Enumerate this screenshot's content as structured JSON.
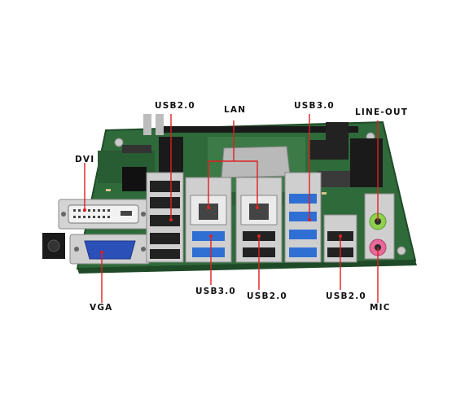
{
  "labels": {
    "usb20_top": "USB2.0",
    "lan": "LAN",
    "usb30_top": "USB3.0",
    "line_out": "LINE-OUT",
    "dvi": "DVI",
    "vga": "VGA",
    "usb30_bottom": "USB3.0",
    "usb20_bottom_mid": "USB2.0",
    "usb20_bottom_right": "USB2.0",
    "mic": "MIC"
  },
  "colors": {
    "background": "#ffffff",
    "pcb": "#2f6a3a",
    "pcb_edge": "#1f4a28",
    "callout_line": "#e02020",
    "label_text": "#111111",
    "vga_port": "#2b50b8",
    "usb3_port": "#2f6fd4",
    "usb2_port": "#222222",
    "line_out_jack": "#8fd14f",
    "mic_jack": "#e86a9a",
    "metal": "#c9c9c9"
  }
}
